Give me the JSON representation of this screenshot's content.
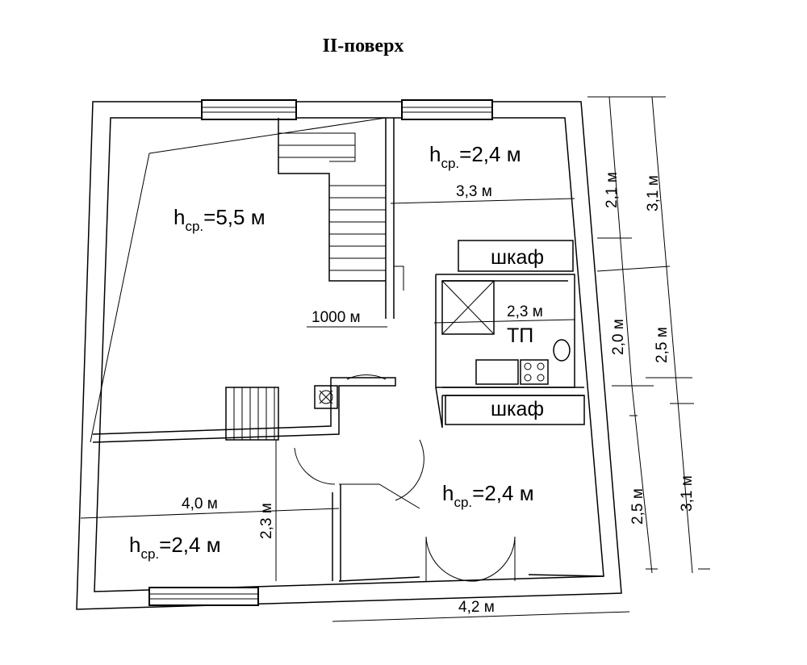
{
  "title": "II-поверх",
  "rooms": {
    "big_room": {
      "h_prefix": "h",
      "h_sub": "ср.",
      "h_value": "=5,5 м"
    },
    "top_right_room": {
      "h_prefix": "h",
      "h_sub": "ср.",
      "h_value": "=2,4 м",
      "width_label": "3,3 м"
    },
    "bottom_right_room": {
      "h_prefix": "h",
      "h_sub": "ср.",
      "h_value": "=2,4 м"
    },
    "bottom_left_room": {
      "h_prefix": "h",
      "h_sub": "ср.",
      "h_value": "=2,4 м",
      "width_label": "4,0 м",
      "height_label": "2,3 м"
    },
    "boiler_room": {
      "width_label": "2,3 м",
      "name": "ТП"
    }
  },
  "wardrobes": {
    "top": "шкаф",
    "bottom": "шкаф"
  },
  "stair_label": "1000 м",
  "dimensions": {
    "right_inner": [
      "2,1 м",
      "2,0 м",
      "2,5 м"
    ],
    "right_outer": [
      "3,1 м",
      "2,5 м",
      "3,1 м"
    ],
    "bottom": "4,2 м"
  }
}
